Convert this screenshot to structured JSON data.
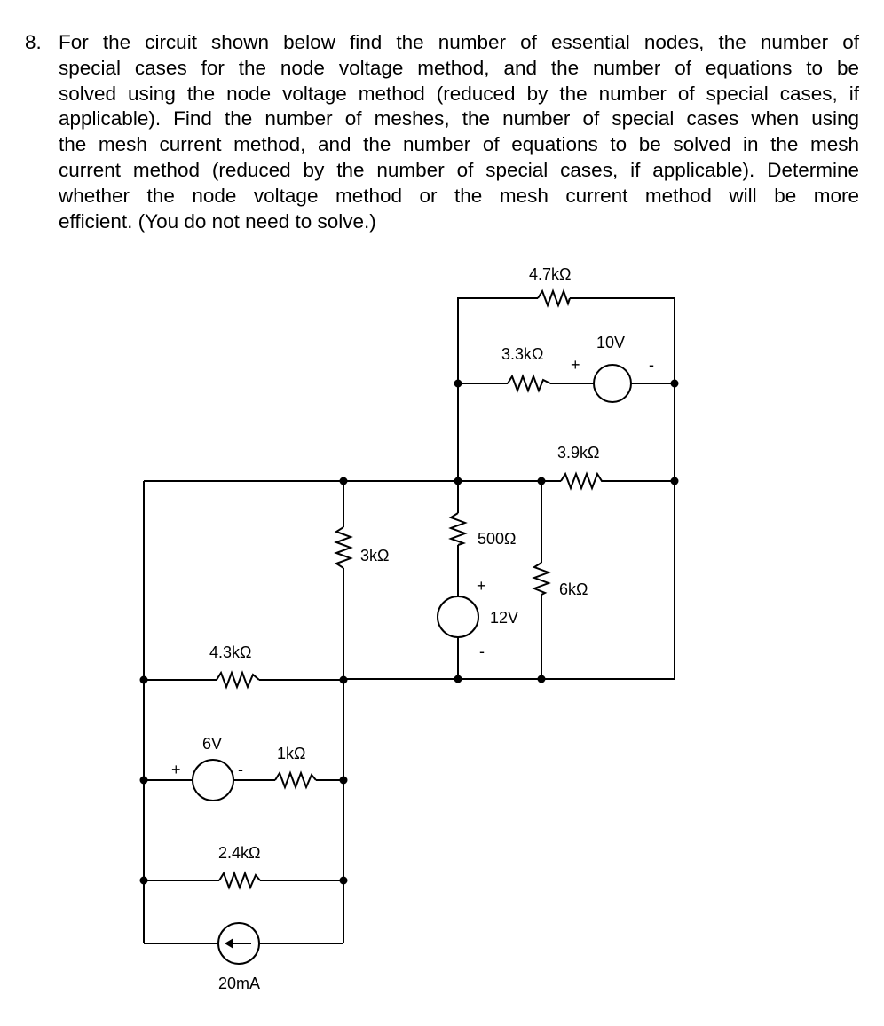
{
  "problem": {
    "number": "8.",
    "lines": [
      "For the circuit shown below find the number of essential nodes, the number of",
      "special cases for the node voltage method, and the number of equations to be",
      "solved using the node voltage method (reduced by the number of special cases, if",
      "applicable).  Find the number of meshes, the number of special cases when using",
      "the mesh current method, and the number of equations to be solved in the mesh",
      "current method (reduced by the number of special cases, if applicable). Determine",
      "whether the node voltage method or the mesh current method will be more",
      "efficient. (You do not need to solve.)"
    ]
  },
  "circuit": {
    "labels": {
      "r_4_7k": "4.7kΩ",
      "r_3_3k": "3.3kΩ",
      "v_10": "10V",
      "r_3_9k": "3.9kΩ",
      "r_500": "500Ω",
      "r_3k": "3kΩ",
      "r_6k": "6kΩ",
      "v_12": "12V",
      "r_4_3k": "4.3kΩ",
      "v_6": "6V",
      "r_1k": "1kΩ",
      "r_2_4k": "2.4kΩ",
      "i_20ma": "20mA"
    },
    "signs": {
      "plus": "+",
      "minus": "-"
    }
  }
}
